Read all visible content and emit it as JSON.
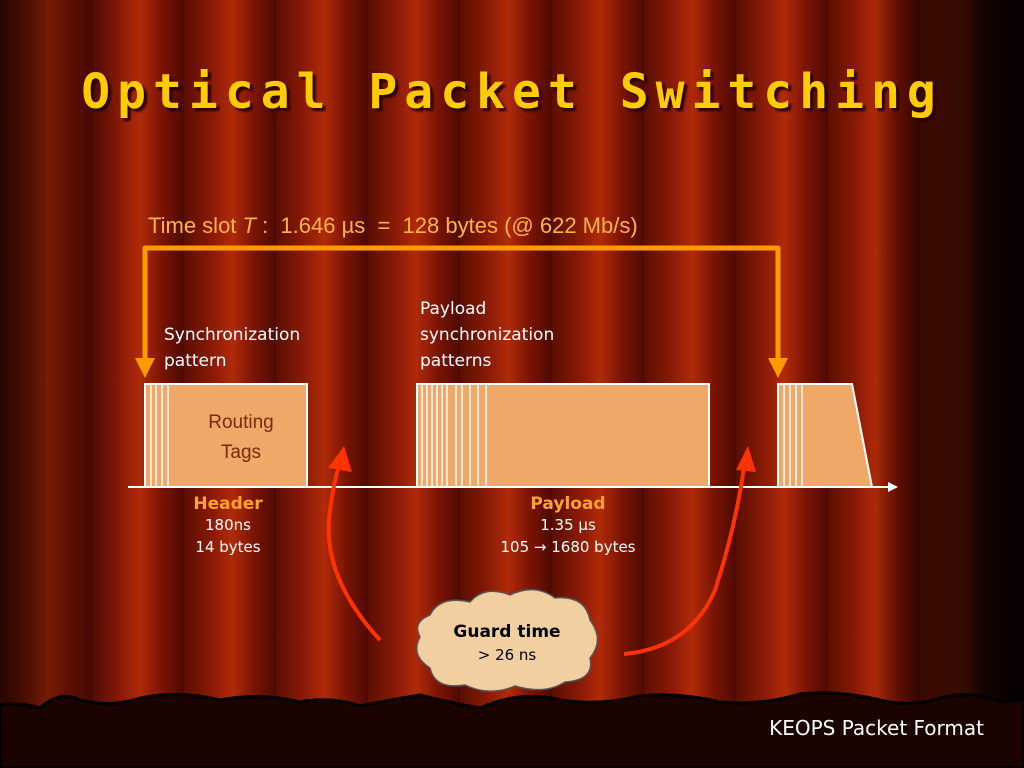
{
  "slide": {
    "title": "Optical Packet Switching",
    "time_slot": {
      "prefix": "Time slot ",
      "symbol": "T",
      "rest": " :  1.646 µs  =  128 bytes (@ 622 Mb/s)"
    },
    "labels": {
      "sync_pattern_line1": "Synchronization",
      "sync_pattern_line2": "pattern",
      "payload_sync_line1": "Payload",
      "payload_sync_line2": "synchronization",
      "payload_sync_line3": "patterns",
      "routing_line1": "Routing",
      "routing_line2": "Tags"
    },
    "header_info": {
      "title": "Header",
      "duration": "180ns",
      "size": "14 bytes"
    },
    "payload_info": {
      "title": "Payload",
      "duration": "1.35 µs",
      "size": "105 → 1680 bytes"
    },
    "guard_time": {
      "title": "Guard time",
      "value": "> 26 ns"
    },
    "footer": "KEOPS Packet Format",
    "colors": {
      "title": "#ffcc00",
      "packet_fill": "#f0a868",
      "time_slot_arrow": "#ff9900",
      "guard_arrows": "#ff3300",
      "cloud": "#f2cfa0"
    }
  }
}
